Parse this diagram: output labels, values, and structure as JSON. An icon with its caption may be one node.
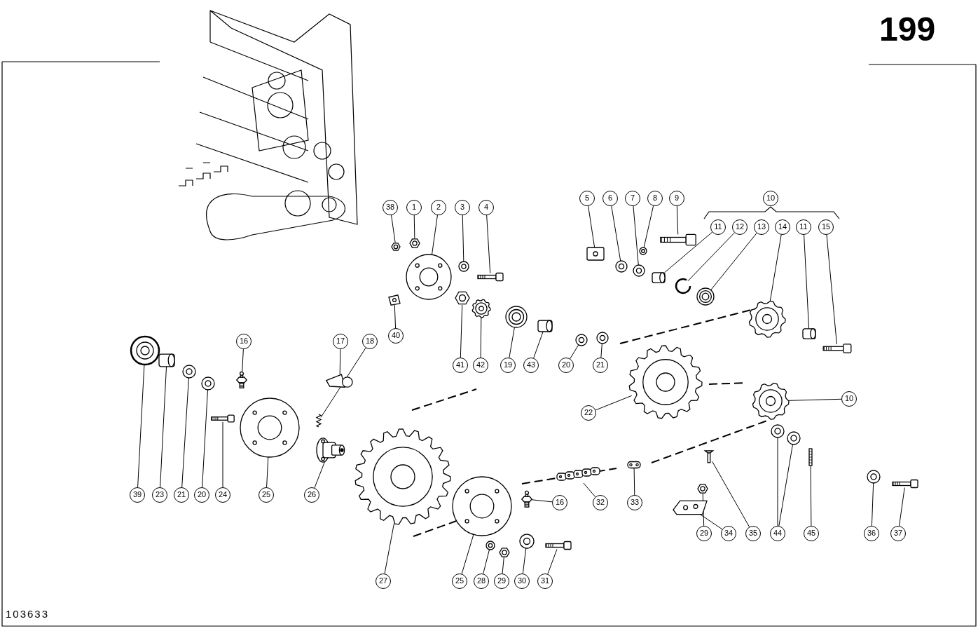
{
  "diagram": {
    "nodes": [
      {
        "text": [
          "38"
        ]
      },
      {
        "text": [
          "1"
        ]
      },
      {
        "text": [
          "2"
        ]
      },
      {
        "text": [
          "3"
        ]
      },
      {
        "text": [
          "4"
        ]
      },
      {
        "text": [
          "5"
        ]
      },
      {
        "text": [
          "6"
        ]
      },
      {
        "text": [
          "7"
        ]
      },
      {
        "text": [
          "8"
        ]
      },
      {
        "text": [
          "9"
        ]
      },
      {
        "text": [
          "10"
        ]
      },
      {
        "text": [
          "11"
        ]
      },
      {
        "text": [
          "12"
        ]
      },
      {
        "text": [
          "13"
        ]
      },
      {
        "text": [
          "14"
        ]
      },
      {
        "text": [
          "11"
        ]
      },
      {
        "text": [
          "15"
        ]
      },
      {
        "text": [
          "40"
        ]
      },
      {
        "text": [
          "16"
        ]
      },
      {
        "text": [
          "17"
        ]
      },
      {
        "text": [
          "18"
        ]
      },
      {
        "text": [
          "41"
        ]
      },
      {
        "text": [
          "42"
        ]
      },
      {
        "text": [
          "19"
        ]
      },
      {
        "text": [
          "43"
        ]
      },
      {
        "text": [
          "20"
        ]
      },
      {
        "text": [
          "21"
        ]
      },
      {
        "text": [
          "22"
        ]
      },
      {
        "text": [
          "10"
        ]
      },
      {
        "text": [
          "39"
        ]
      },
      {
        "text": [
          "23"
        ]
      },
      {
        "text": [
          "21"
        ]
      },
      {
        "text": [
          "20"
        ]
      },
      {
        "text": [
          "24"
        ]
      },
      {
        "text": [
          "25"
        ]
      },
      {
        "text": [
          "26"
        ]
      },
      {
        "text": [
          "16"
        ]
      },
      {
        "text": [
          "32"
        ]
      },
      {
        "text": [
          "33"
        ]
      },
      {
        "text": [
          "29"
        ]
      },
      {
        "text": [
          "34"
        ]
      },
      {
        "text": [
          "35"
        ]
      },
      {
        "text": [
          "44"
        ]
      },
      {
        "text": [
          "45"
        ]
      },
      {
        "text": [
          "36"
        ]
      },
      {
        "text": [
          "37"
        ]
      },
      {
        "text": [
          "27"
        ]
      },
      {
        "text": [
          "25"
        ]
      },
      {
        "text": [
          "28"
        ]
      },
      {
        "text": [
          "29"
        ]
      },
      {
        "text": [
          "30"
        ]
      },
      {
        "text": [
          "31"
        ]
      },
      {
        "text": [],
        "shape": "picture"
      },
      {
        "text": [],
        "shape": "picture"
      },
      {
        "text": [],
        "shape": "picture"
      },
      {
        "text": [],
        "shape": "picture"
      },
      {
        "text": [],
        "shape": "picture"
      },
      {
        "text": [],
        "shape": "picture"
      },
      {
        "text": [],
        "shape": "picture"
      },
      {
        "text": [],
        "shape": "picture"
      },
      {
        "text": [],
        "shape": "picture"
      },
      {
        "text": [],
        "shape": "picture"
      },
      {
        "text": [],
        "shape": "picture"
      },
      {
        "text": [],
        "shape": "picture"
      },
      {
        "text": [],
        "shape": "picture"
      },
      {
        "text": [],
        "shape": "picture"
      },
      {
        "text": [],
        "shape": "picture"
      },
      {
        "text": [],
        "shape": "picture"
      },
      {
        "text": [],
        "shape": "picture"
      },
      {
        "text": [],
        "shape": "picture"
      },
      {
        "text": [],
        "shape": "picture"
      },
      {
        "text": [],
        "shape": "picture"
      },
      {
        "text": [],
        "shape": "picture"
      },
      {
        "text": [],
        "shape": "picture"
      },
      {
        "text": [],
        "shape": "picture"
      },
      {
        "text": [],
        "shape": "picture"
      },
      {
        "text": [],
        "shape": "picture"
      },
      {
        "text": [],
        "shape": "picture"
      },
      {
        "text": [],
        "shape": "picture"
      },
      {
        "text": [],
        "shape": "picture"
      },
      {
        "text": [],
        "shape": "picture"
      },
      {
        "text": [],
        "shape": "picture"
      },
      {
        "text": [],
        "shape": "picture"
      },
      {
        "text": [],
        "shape": "picture"
      },
      {
        "text": [],
        "shape": "picture"
      },
      {
        "text": [],
        "shape": "picture"
      },
      {
        "text": [],
        "shape": "picture"
      },
      {
        "text": [],
        "shape": "picture"
      },
      {
        "text": [],
        "shape": "picture"
      },
      {
        "text": [],
        "shape": "picture"
      },
      {
        "text": [],
        "shape": "picture"
      },
      {
        "text": [],
        "shape": "picture"
      },
      {
        "text": [],
        "shape": "picture"
      },
      {
        "text": [],
        "shape": "picture"
      },
      {
        "text": [],
        "shape": "picture"
      },
      {
        "text": [],
        "shape": "picture"
      },
      {
        "text": [],
        "shape": "picture"
      },
      {
        "text": [],
        "shape": "picture"
      },
      {
        "text": [],
        "shape": "picture"
      },
      {
        "text": [],
        "shape": "picture"
      },
      {
        "text": [],
        "shape": "picture"
      },
      {
        "text": [],
        "shape": "picture"
      },
      {
        "text": [],
        "shape": "picture"
      },
      {
        "text": [],
        "shape": "picture"
      }
    ],
    "edges": [
      {
        "from": 0,
        "to": 52,
        "arrow": "none"
      },
      {
        "from": 1,
        "to": 53,
        "arrow": "none"
      },
      {
        "from": 2,
        "to": 54,
        "arrow": "none"
      },
      {
        "from": 3,
        "to": 55,
        "arrow": "none"
      },
      {
        "from": 4,
        "to": 56,
        "arrow": "none"
      },
      {
        "from": 5,
        "to": 57,
        "arrow": "none"
      },
      {
        "from": 6,
        "to": 58,
        "arrow": "none"
      },
      {
        "from": 7,
        "to": 59,
        "arrow": "none"
      },
      {
        "from": 8,
        "to": 60,
        "arrow": "none"
      },
      {
        "from": 9,
        "to": 61,
        "arrow": "none"
      },
      {
        "from": 11,
        "to": 62,
        "arrow": "none"
      },
      {
        "from": 12,
        "to": 63,
        "arrow": "none"
      },
      {
        "from": 13,
        "to": 64,
        "arrow": "none"
      },
      {
        "from": 14,
        "to": 65,
        "arrow": "none"
      },
      {
        "from": 15,
        "to": 66,
        "arrow": "none"
      },
      {
        "from": 16,
        "to": 67,
        "arrow": "none"
      },
      {
        "from": 17,
        "to": 68,
        "arrow": "none"
      },
      {
        "from": 18,
        "to": 69,
        "arrow": "none"
      },
      {
        "from": 19,
        "to": 70,
        "arrow": "none"
      },
      {
        "from": 20,
        "to": 71,
        "arrow": "none"
      },
      {
        "from": 21,
        "to": 72,
        "arrow": "none"
      },
      {
        "from": 22,
        "to": 73,
        "arrow": "none"
      },
      {
        "from": 23,
        "to": 74,
        "arrow": "none"
      },
      {
        "from": 24,
        "to": 75,
        "arrow": "none"
      },
      {
        "from": 25,
        "to": 76,
        "arrow": "none"
      },
      {
        "from": 26,
        "to": 77,
        "arrow": "none"
      },
      {
        "from": 27,
        "to": 78,
        "arrow": "none"
      },
      {
        "from": 28,
        "to": 79,
        "arrow": "none"
      },
      {
        "from": 29,
        "to": 80,
        "arrow": "none"
      },
      {
        "from": 30,
        "to": 81,
        "arrow": "none"
      },
      {
        "from": 31,
        "to": 82,
        "arrow": "none"
      },
      {
        "from": 32,
        "to": 83,
        "arrow": "none"
      },
      {
        "from": 33,
        "to": 84,
        "arrow": "none"
      },
      {
        "from": 34,
        "to": 85,
        "arrow": "none"
      },
      {
        "from": 35,
        "to": 86,
        "arrow": "none"
      },
      {
        "from": 36,
        "to": 87,
        "arrow": "none"
      },
      {
        "from": 37,
        "to": 88,
        "arrow": "none"
      },
      {
        "from": 38,
        "to": 89,
        "arrow": "none"
      },
      {
        "from": 39,
        "to": 90,
        "arrow": "none"
      },
      {
        "from": 40,
        "to": 91,
        "arrow": "none"
      },
      {
        "from": 41,
        "to": 92,
        "arrow": "none"
      },
      {
        "from": 42,
        "to": 93,
        "arrow": "none"
      },
      {
        "from": 42,
        "to": 94,
        "arrow": "none"
      },
      {
        "from": 43,
        "to": 95,
        "arrow": "none"
      },
      {
        "from": 44,
        "to": 96,
        "arrow": "none"
      },
      {
        "from": 45,
        "to": 97,
        "arrow": "none"
      },
      {
        "from": 46,
        "to": 98,
        "arrow": "none"
      },
      {
        "from": 47,
        "to": 99,
        "arrow": "none"
      },
      {
        "from": 48,
        "to": 100,
        "arrow": "none"
      },
      {
        "from": 49,
        "to": 101,
        "arrow": "none"
      },
      {
        "from": 50,
        "to": 102,
        "arrow": "none"
      },
      {
        "from": 51,
        "to": 103,
        "arrow": "none"
      }
    ],
    "labels": [
      "199",
      "103633"
    ]
  }
}
